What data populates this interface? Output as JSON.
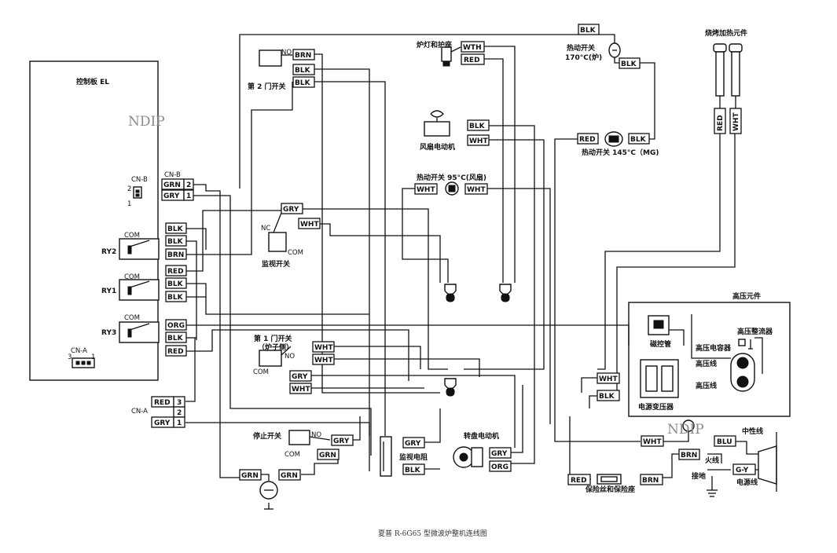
{
  "watermarks": [
    "NDIP",
    "NDIP"
  ],
  "caption": "夏普 R-6G65 型微波炉整机连线图",
  "labels": {
    "control_board": "控制板 EL",
    "cn_b_small": "CN-B",
    "cn_b_pin2": "2",
    "cn_b_pin1": "1",
    "cn_b_conn": "CN-B",
    "cn_a_small": "CN-A",
    "cn_a_pin3": "3",
    "cn_a_pin1": "1",
    "cn_a_conn": "CN-A",
    "ry1": "RY1",
    "ry2": "RY2",
    "ry3": "RY3",
    "com": "COM",
    "no": "NO",
    "nc": "NC",
    "door_switch_2": "第 2 门开关",
    "monitor_switch": "监视开关",
    "door_switch_1_a": "第 1 门开关",
    "door_switch_1_b": "（炉子侧）",
    "stop_switch": "停止开关",
    "lamp_socket": "炉灯和护座",
    "fan_motor": "风扇电动机",
    "thermo_fan": "热动开关 95°C(风扇)",
    "thermo_oven_a": "热动开关",
    "thermo_oven_b": "170°C(炉)",
    "thermo_mg": "热动开关 145°C（MG)",
    "grill_heater": "烧烤加热元件",
    "hv_parts": "高压元件",
    "magnetron": "磁控管",
    "hv_rectifier": "高压整流器",
    "hv_capacitor": "高压电容器",
    "hv_wire_1": "高压线",
    "hv_wire_2": "高压线",
    "power_transformer": "电源变压器",
    "turntable_motor": "转盘电动机",
    "monitor_resistor": "监视电阻",
    "fuse_holder": "保险丝和保险座",
    "neutral": "中性线",
    "live": "火线",
    "ground": "接地",
    "power_cord": "电源线"
  },
  "wire_tags": {
    "cnb_2": "GRN",
    "cnb_2n": "2",
    "cnb_1": "GRY",
    "cnb_1n": "1",
    "ry2_blk1": "BLK",
    "ry2_blk2": "BLK",
    "ry2_brn": "BRN",
    "ry1_red": "RED",
    "ry1_blk1": "BLK",
    "ry1_blk2": "BLK",
    "ry3_org": "ORG",
    "ry3_blk": "BLK",
    "ry3_red": "RED",
    "cna_3": "RED",
    "cna_3n": "3",
    "cna_2n": "2",
    "cna_1": "GRY",
    "cna_1n": "1",
    "ds2_brn": "BRN",
    "ds2_blk1": "BLK",
    "ds2_blk2": "BLK",
    "lamp_wth": "WTH",
    "lamp_red": "RED",
    "oven_blk_top": "BLK",
    "oven_blk": "BLK",
    "fan_blk": "BLK",
    "fan_wht": "WHT",
    "mg_red": "RED",
    "mg_blk": "BLK",
    "tf_wht1": "WHT",
    "tf_wht2": "WHT",
    "ms_gry": "GRY",
    "ms_wht": "WHT",
    "heater_red": "RED",
    "heater_wht": "WHT",
    "ds1_wht1": "WHT",
    "ds1_wht2": "WHT",
    "ds1_gry": "GRY",
    "ds1_wht3": "WHT",
    "tr_wht": "WHT",
    "tr_blk": "BLK",
    "ss_gry": "GRY",
    "ss_grn": "GRN",
    "gnd_grn1": "GRN",
    "gnd_grn2": "GRN",
    "mr_gry": "GRY",
    "mr_blk": "BLK",
    "tt_gry": "GRY",
    "tt_org": "ORG",
    "n_wht": "WHT",
    "n_blu": "BLU",
    "l_brn": "BRN",
    "gy": "G-Y",
    "fuse_red": "RED",
    "fuse_brn": "BRN"
  }
}
